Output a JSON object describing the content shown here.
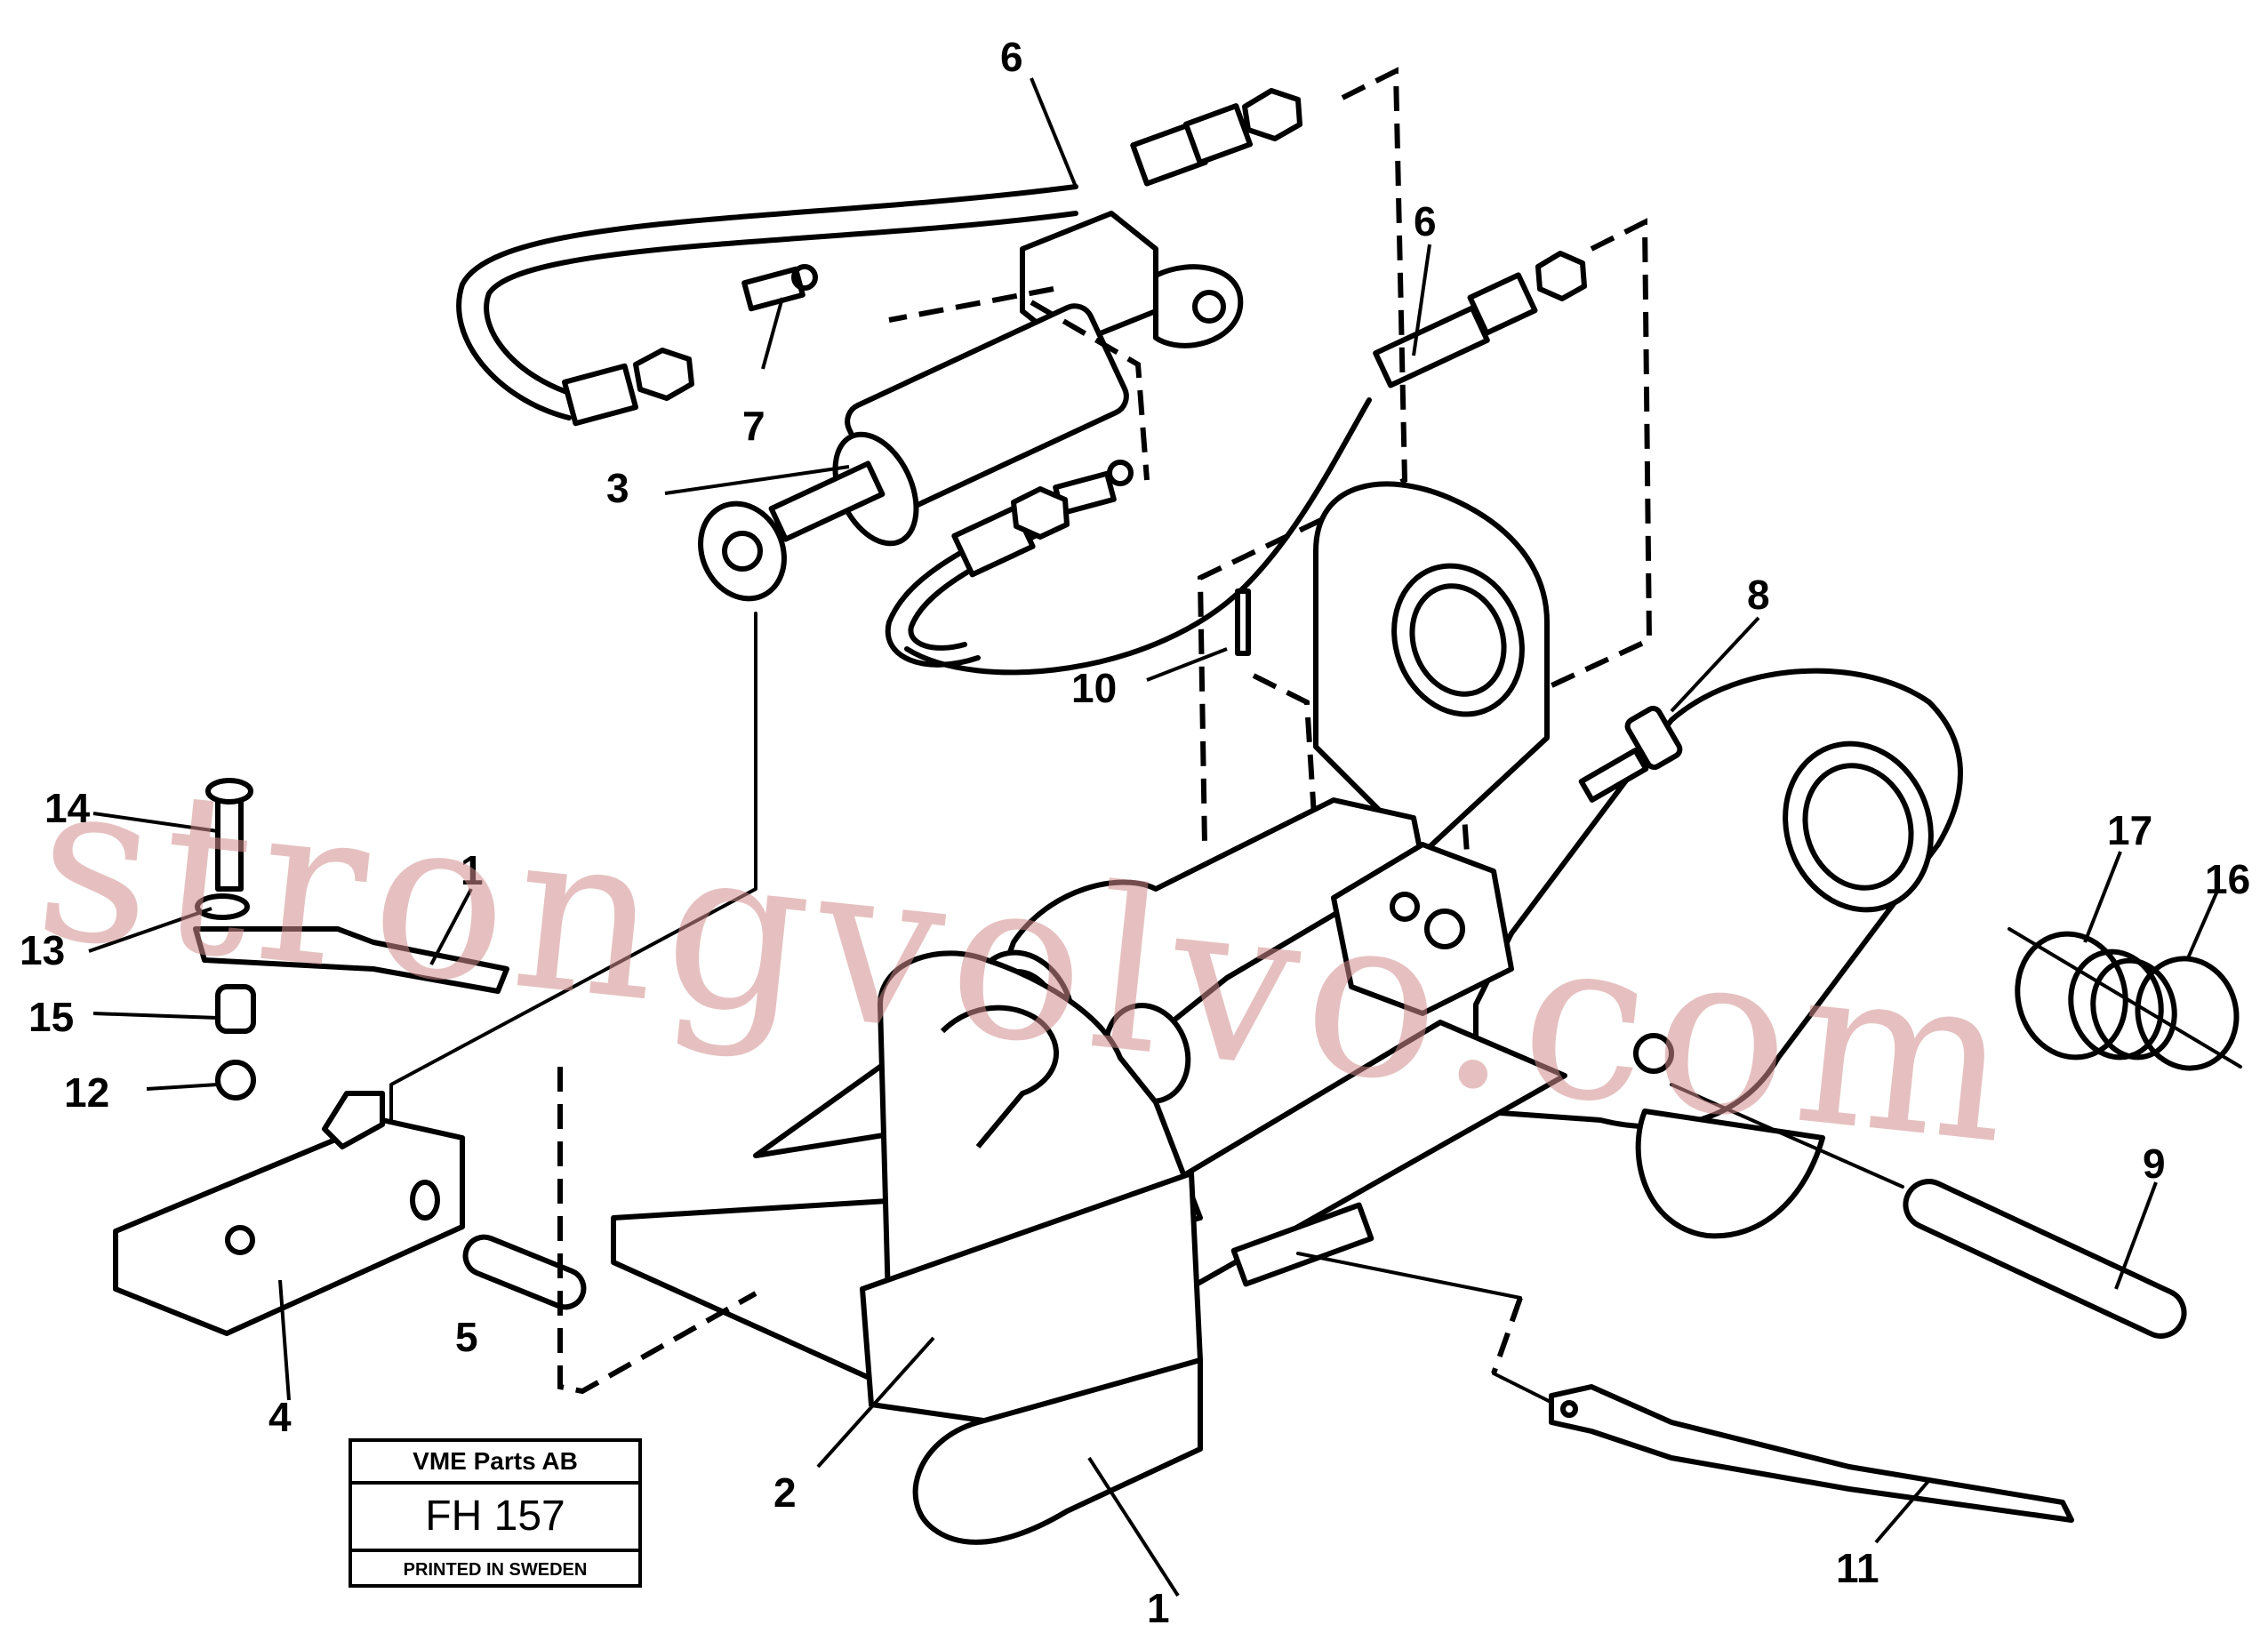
{
  "callouts": {
    "c1": "1",
    "c1b": "1",
    "c2": "2",
    "c3": "3",
    "c4": "4",
    "c5": "5",
    "c6a": "6",
    "c6b": "6",
    "c7": "7",
    "c8": "8",
    "c9": "9",
    "c10": "10",
    "c11": "11",
    "c12": "12",
    "c13": "13",
    "c14": "14",
    "c15": "15",
    "c16": "16",
    "c17": "17"
  },
  "stamp": {
    "company": "VME Parts AB",
    "code": "FH 157",
    "printed": "PRINTED IN SWEDEN"
  },
  "watermark": "strongvolvo.com",
  "colors": {
    "line": "#000000",
    "watermark": "#d28c8c",
    "background": "#ffffff"
  }
}
